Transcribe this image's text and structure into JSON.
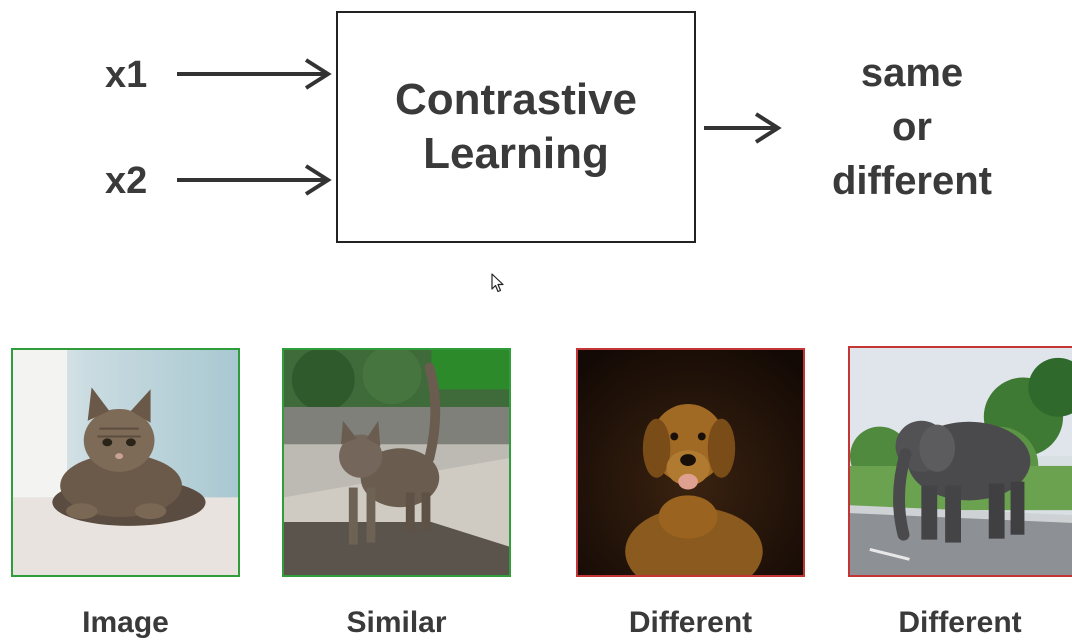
{
  "diagram": {
    "inputs": [
      {
        "label": "x1"
      },
      {
        "label": "x2"
      }
    ],
    "box": {
      "line1": "Contrastive",
      "line2": "Learning"
    },
    "output": {
      "line1": "same",
      "line2": "or",
      "line3": "different"
    }
  },
  "examples": [
    {
      "caption": "Image",
      "icon": "cat-photo",
      "border_color": "#2f9d3a"
    },
    {
      "caption": "Similar",
      "icon": "cat-walking-photo",
      "border_color": "#2f9d3a"
    },
    {
      "caption": "Different",
      "icon": "dog-photo",
      "border_color": "#c43535"
    },
    {
      "caption": "Different",
      "icon": "elephant-photo",
      "border_color": "#c43535"
    }
  ]
}
